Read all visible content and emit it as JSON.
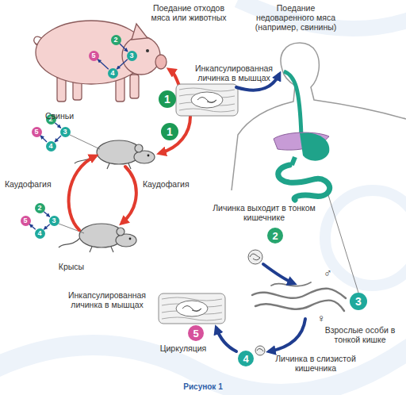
{
  "diagram": {
    "caption": "Рисунок 1",
    "nodes": [
      {
        "text": [
          "2"
        ]
      },
      {
        "text": [
          "5"
        ]
      },
      {
        "text": [
          "3"
        ]
      },
      {
        "text": [
          "4"
        ]
      },
      {
        "text": [
          "1"
        ]
      },
      {
        "text": [
          "2"
        ]
      },
      {
        "text": [
          "5"
        ]
      },
      {
        "text": [
          "3"
        ]
      },
      {
        "text": [
          "4"
        ]
      },
      {
        "text": [
          "1"
        ]
      },
      {
        "text": [
          "2"
        ]
      },
      {
        "text": [
          "5"
        ]
      },
      {
        "text": [
          "3"
        ]
      },
      {
        "text": [
          "4"
        ]
      },
      {
        "text": [
          "2"
        ]
      },
      {
        "text": [
          "3"
        ]
      },
      {
        "text": [
          "5"
        ]
      },
      {
        "text": [
          "4"
        ]
      }
    ],
    "edges": [
      {
        "from": 0,
        "to": 2,
        "arrow": "to"
      },
      {
        "from": 2,
        "to": 3,
        "arrow": "to"
      },
      {
        "from": 3,
        "to": 1,
        "arrow": "to"
      },
      {
        "from": 5,
        "to": 7,
        "arrow": "to"
      },
      {
        "from": 7,
        "to": 8,
        "arrow": "to"
      },
      {
        "from": 8,
        "to": 6,
        "arrow": "to"
      },
      {
        "from": 10,
        "to": 12,
        "arrow": "to"
      },
      {
        "from": 12,
        "to": 13,
        "arrow": "to"
      },
      {
        "from": 13,
        "to": 11,
        "arrow": "to"
      }
    ],
    "labels": [
      "Поедание отходов мяса или животных",
      "Поедание недоваренного мяса (например, свинины)",
      "Инкапсулированная личинка в мышцах",
      "Свиньи",
      "Каудофагия",
      "Каудофагия",
      "Крысы",
      "Личинка выходит в тонком кишечнике",
      "♂",
      "Инкапсулированная личинка в мышцах",
      "♀",
      "Взрослые особи в тонкой кишке",
      "Циркуляция",
      "Личинка в слизистой кишечника"
    ]
  }
}
